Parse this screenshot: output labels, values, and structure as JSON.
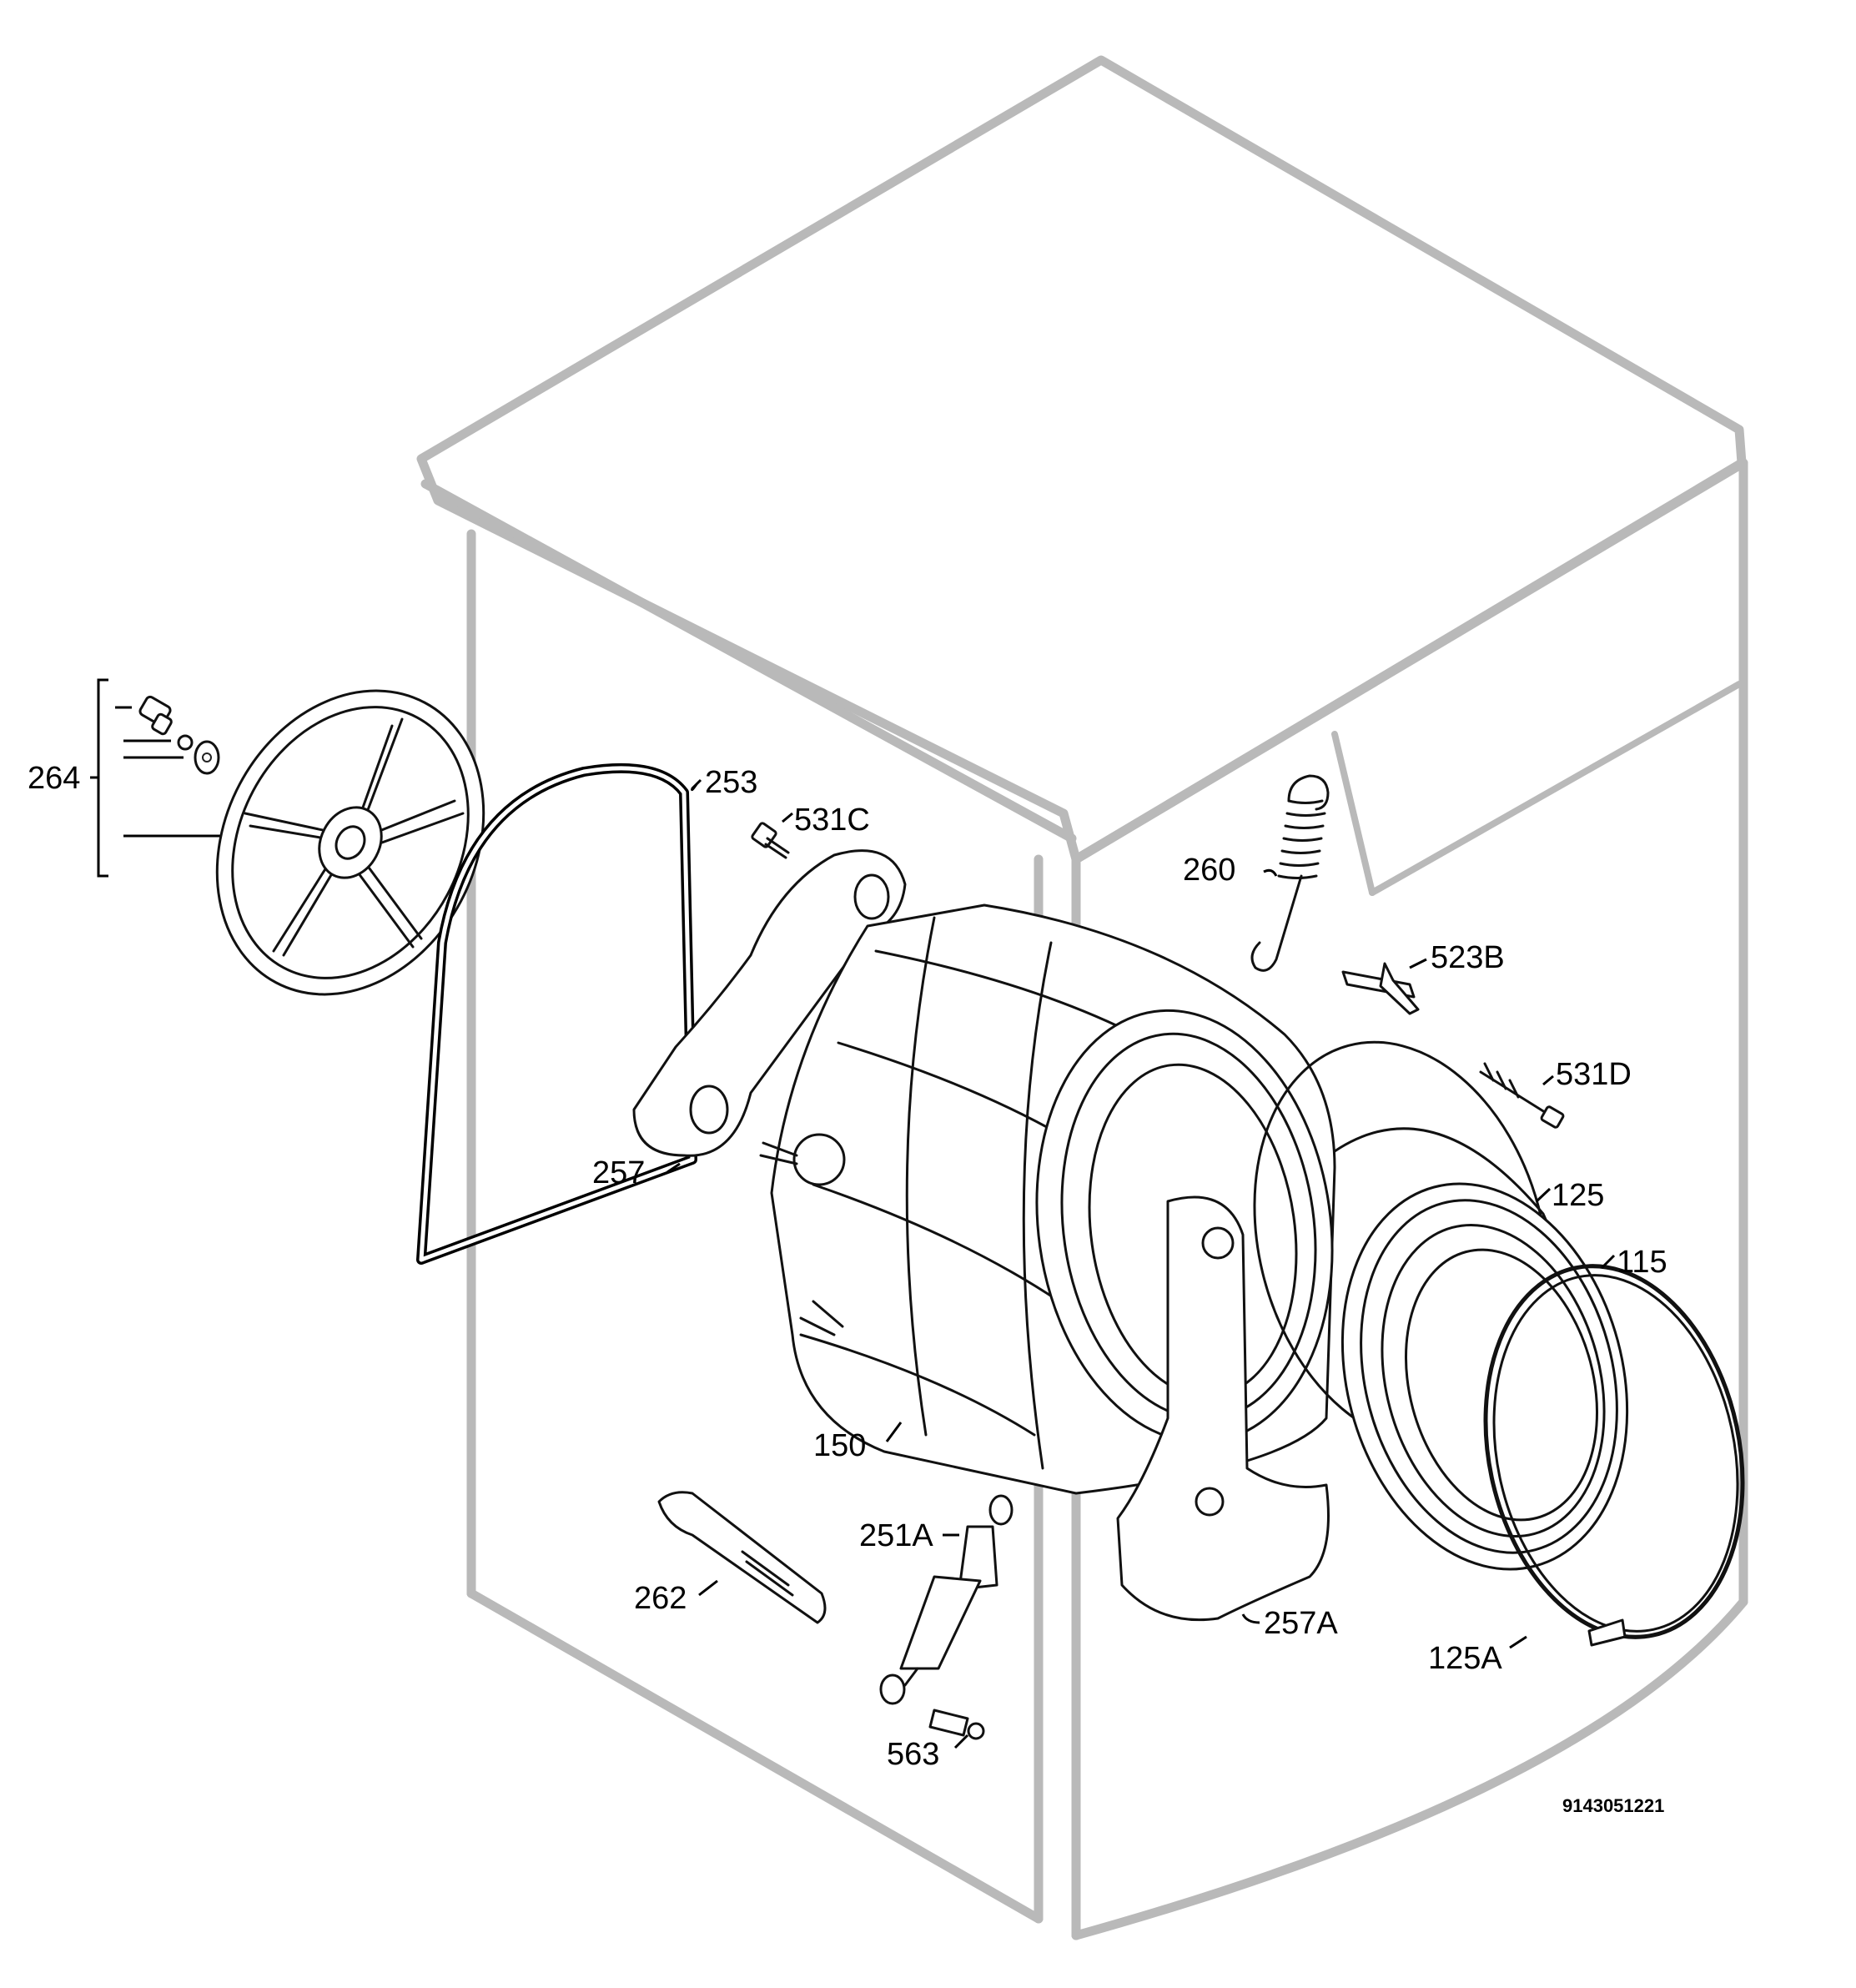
{
  "labels": {
    "p264": "264",
    "p253": "253",
    "p531c": "531C",
    "p260": "260",
    "p523b": "523B",
    "p531d": "531D",
    "p257": "257",
    "p125": "125",
    "p115": "115",
    "p150": "150",
    "p251a": "251A",
    "p262": "262",
    "p257a": "257A",
    "p125a": "125A",
    "p563": "563"
  },
  "reference_number": "9143051221",
  "colors": {
    "cabinet_outline": "#b9b9b9",
    "part_outline": "#111111",
    "background": "#ffffff"
  }
}
